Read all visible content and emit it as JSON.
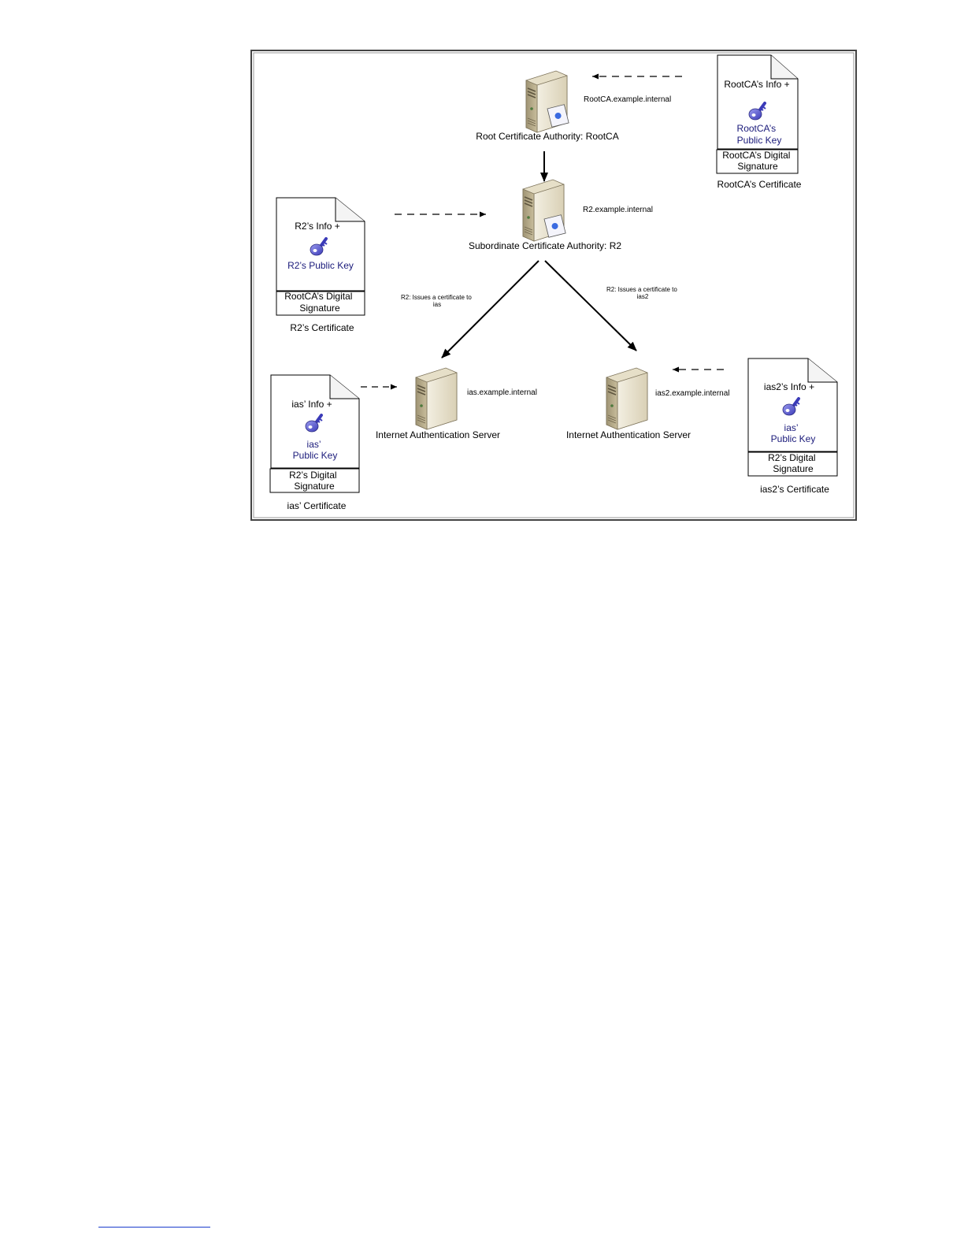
{
  "servers": {
    "root": {
      "title": "Root Certificate Authority: RootCA",
      "host": "RootCA.example.internal"
    },
    "sub": {
      "title": "Subordinate Certificate Authority: R2",
      "host": "R2.example.internal"
    },
    "ias": {
      "title": "Internet Authentication Server",
      "host": "ias.example.internal"
    },
    "ias2": {
      "title": "Internet Authentication Server",
      "host": "ias2.example.internal"
    }
  },
  "edges": {
    "to_ias": [
      "R2: Issues a certificate to",
      "ias"
    ],
    "to_ias2": [
      "R2: Issues a certificate to",
      "ias2"
    ]
  },
  "certificates": {
    "rootca": {
      "info": "RootCA’s Info +",
      "key": [
        "RootCA’s",
        "Public Key"
      ],
      "signature": [
        "RootCA’s Digital",
        "Signature"
      ],
      "caption": "RootCA’s Certificate"
    },
    "r2": {
      "info": "R2’s Info +",
      "key": [
        "R2’s Public Key"
      ],
      "signature": [
        "RootCA’s Digital",
        "Signature"
      ],
      "caption": "R2’s Certificate"
    },
    "ias": {
      "info": "ias’ Info +",
      "key": [
        "ias’",
        "Public Key"
      ],
      "signature": [
        "R2’s Digital",
        "Signature"
      ],
      "caption": "ias’ Certificate"
    },
    "ias2": {
      "info": "ias2’s Info +",
      "key": [
        "ias’",
        "Public Key"
      ],
      "signature": [
        "R2’s Digital",
        "Signature"
      ],
      "caption": "ias2’s Certificate"
    }
  },
  "colors": {
    "key_text": "#1a1a7a",
    "key_fill": "#6a6ae0",
    "server_face": "#e9e3cf",
    "server_side": "#b8ad8c",
    "frame": "#555555"
  }
}
